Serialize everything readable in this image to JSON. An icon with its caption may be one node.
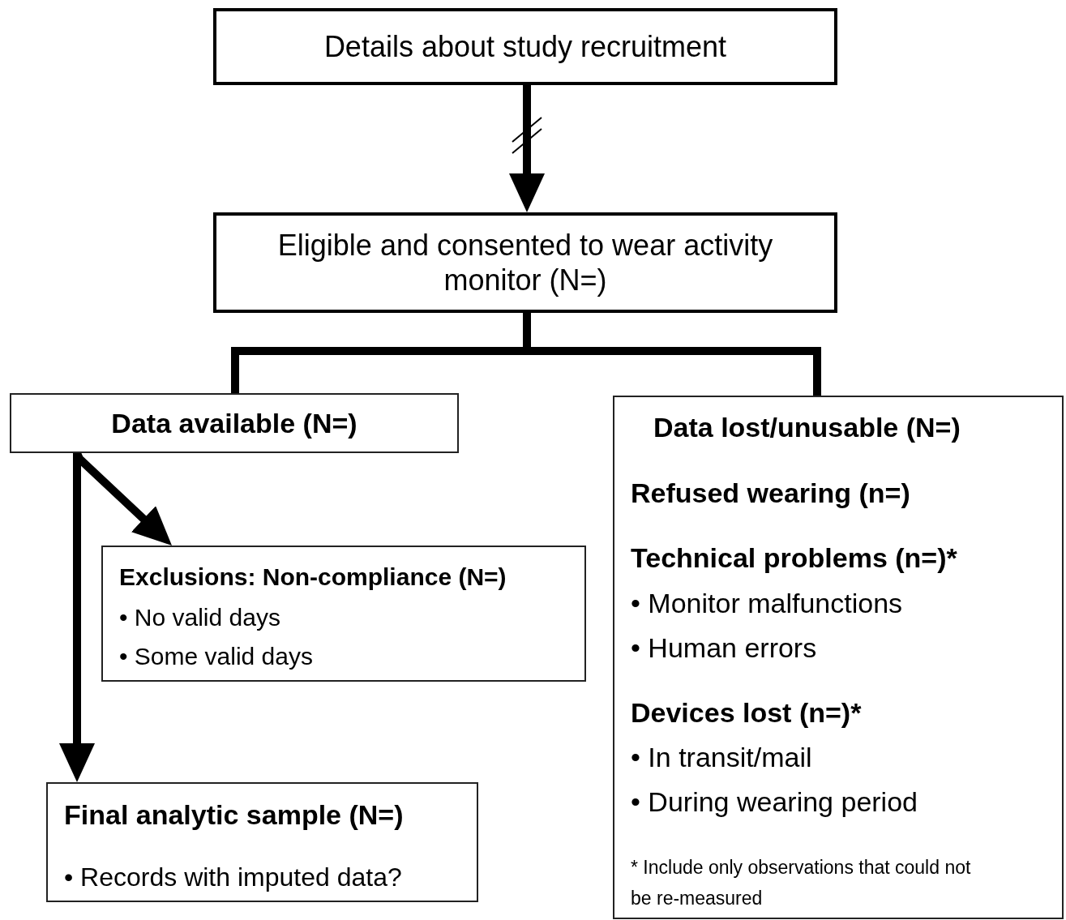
{
  "diagram": {
    "nodes": [
      {
        "text": [
          "Details about study recruitment"
        ]
      },
      {
        "text": [
          "Eligible and consented to wear activity monitor (N=)"
        ]
      },
      {
        "text": [
          "Data available (N=)"
        ]
      },
      {
        "text": [
          "Data lost/unusable (N=)",
          "Refused wearing (n=)",
          "Technical problems (n=)*",
          "• Monitor malfunctions",
          "• Human errors",
          "Devices lost (n=)*",
          "• In transit/mail",
          "• During wearing period",
          "* Include only observations that could not be re-measured"
        ]
      },
      {
        "text": [
          "Exclusions: Non-compliance (N=)",
          "• No valid days",
          "• Some valid days"
        ]
      },
      {
        "text": [
          "Final analytic sample (N=)",
          "• Records with imputed data?"
        ]
      }
    ],
    "edges": [
      {
        "from": 0,
        "to": 1,
        "arrow": "to"
      },
      {
        "from": 1,
        "to": 2,
        "arrow": "none"
      },
      {
        "from": 1,
        "to": 3,
        "arrow": "none"
      },
      {
        "from": 2,
        "to": 5,
        "arrow": "to"
      },
      {
        "from": 2,
        "to": 4,
        "arrow": "to"
      }
    ]
  }
}
